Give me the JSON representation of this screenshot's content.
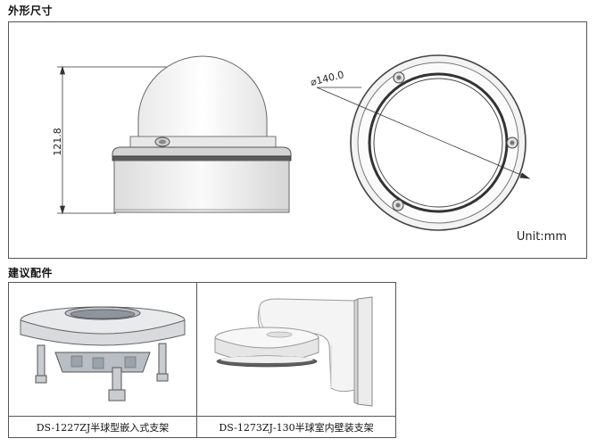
{
  "dimensions": {
    "title": "外形尺寸",
    "height_label": "121.8",
    "diameter_label": "⌀140.0",
    "unit_label": "Unit:mm"
  },
  "accessories": {
    "title": "建议配件",
    "items": [
      {
        "caption": "DS-1227ZJ半球型嵌入式支架",
        "icon": "in-ceiling-mount-bracket"
      },
      {
        "caption": "DS-1273ZJ-130半球室内壁装支架",
        "icon": "wall-mount-bracket"
      }
    ]
  }
}
